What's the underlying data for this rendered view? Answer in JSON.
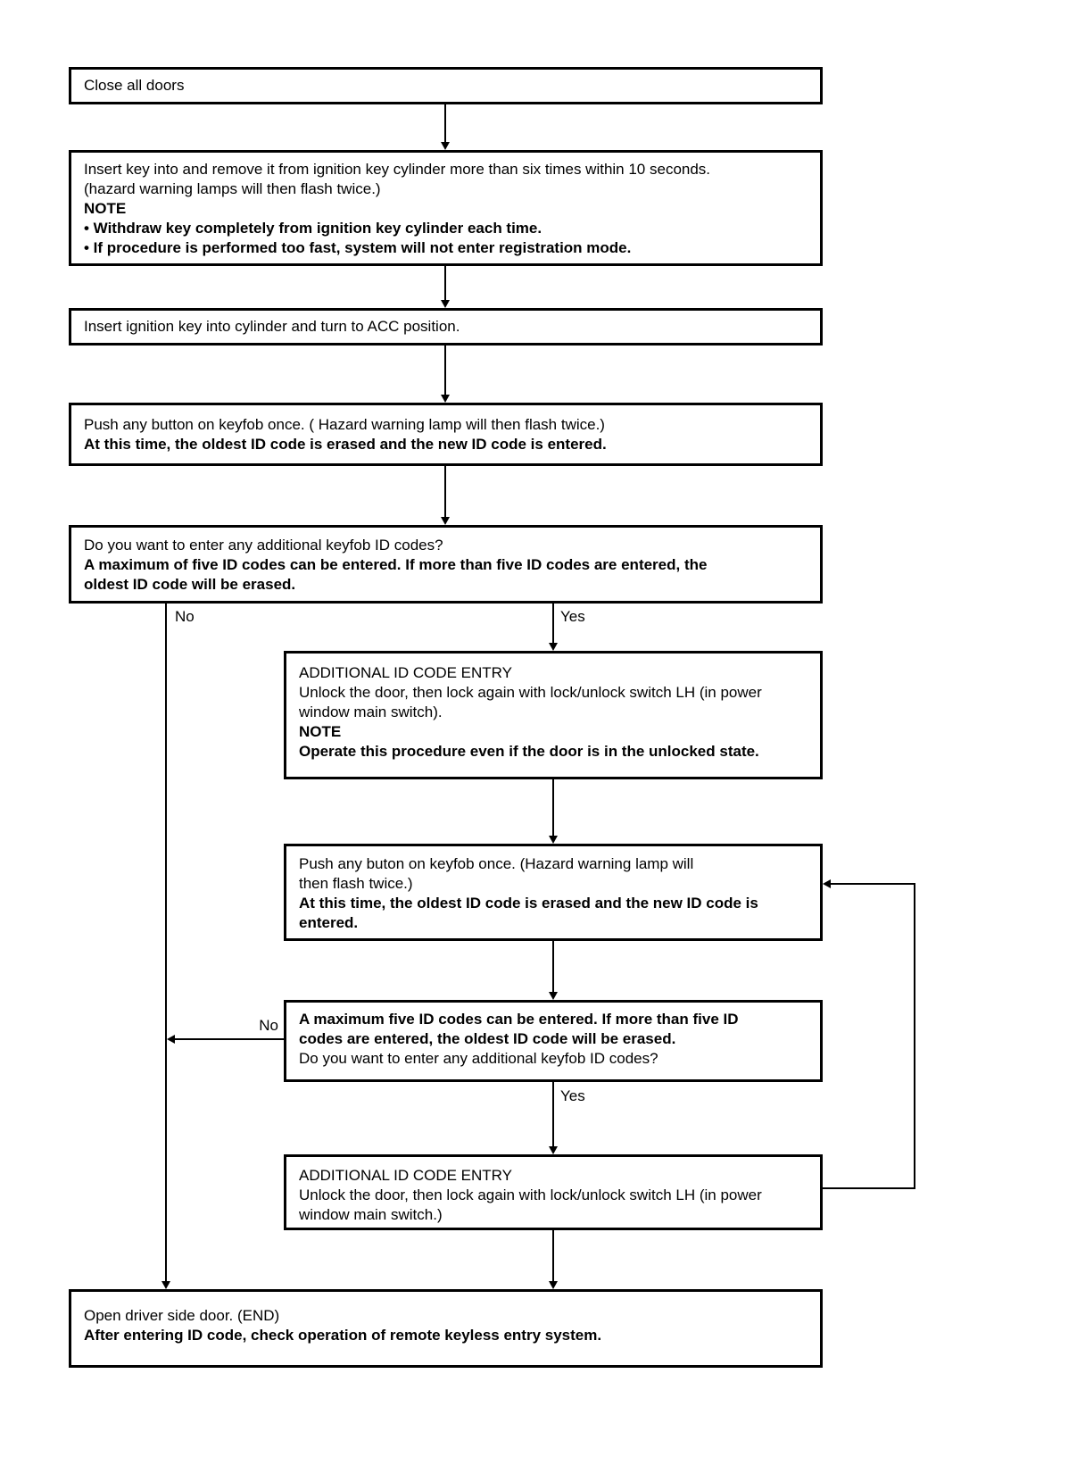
{
  "page": {
    "background": "#ffffff",
    "ink": "#000000"
  },
  "flowchart": {
    "type": "flowchart",
    "boxes": [
      {
        "id": "close-all-doors",
        "lines": [
          {
            "text": "Close all doors",
            "bold": false
          }
        ]
      },
      {
        "id": "ignition-key-cycle",
        "lines": [
          {
            "text": "Insert key into and remove it from ignition key cylinder more than six times within 10 seconds.",
            "bold": false
          },
          {
            "text": "(hazard warning lamps will then flash twice.)",
            "bold": false
          },
          {
            "text": "NOTE",
            "bold": true
          },
          {
            "text": "• Withdraw key completely from ignition key cylinder each time.",
            "bold": true
          },
          {
            "text": "• If procedure is performed too fast, system will not enter registration mode.",
            "bold": true
          }
        ]
      },
      {
        "id": "acc-position",
        "lines": [
          {
            "text": "Insert ignition key into cylinder and turn to ACC position.",
            "bold": false
          }
        ]
      },
      {
        "id": "push-keyfob-first",
        "lines": [
          {
            "text": "Push any button on keyfob once. ( Hazard warning lamp will then flash twice.)",
            "bold": false
          },
          {
            "text": "At this time, the oldest ID code is erased and the new ID code is entered.",
            "bold": true
          }
        ]
      },
      {
        "id": "additional-codes-question",
        "lines": [
          {
            "text": "Do you want to enter any additional keyfob ID codes?",
            "bold": false
          },
          {
            "text": "A maximum of five ID codes can be entered. If more than five ID codes are entered, the",
            "bold": true
          },
          {
            "text": "oldest ID code will be erased.",
            "bold": true
          }
        ]
      },
      {
        "id": "additional-id-code-entry-1",
        "lines": [
          {
            "text": "ADDITIONAL ID CODE ENTRY",
            "bold": false
          },
          {
            "text": "Unlock the door, then lock again with lock/unlock switch LH (in power",
            "bold": false
          },
          {
            "text": "window main switch).",
            "bold": false
          },
          {
            "text": "NOTE",
            "bold": true
          },
          {
            "text": "Operate this procedure even if the door is in the unlocked state.",
            "bold": true
          }
        ]
      },
      {
        "id": "push-keyfob-loop",
        "lines": [
          {
            "text": "Push any buton on keyfob once. (Hazard warning lamp will",
            "bold": false
          },
          {
            "text": "then flash twice.)",
            "bold": false
          },
          {
            "text": "At this time, the oldest ID code is erased and the new ID code is",
            "bold": true
          },
          {
            "text": "entered.",
            "bold": true
          }
        ]
      },
      {
        "id": "max-codes-question",
        "lines": [
          {
            "text": "A maximum five ID codes can be entered. If more than five ID",
            "bold": true
          },
          {
            "text": "codes are entered, the oldest ID code will be erased.",
            "bold": true
          },
          {
            "text": "Do you want to enter any additional keyfob ID codes?",
            "bold": false
          }
        ]
      },
      {
        "id": "additional-id-code-entry-2",
        "lines": [
          {
            "text": "ADDITIONAL ID CODE ENTRY",
            "bold": false
          },
          {
            "text": "Unlock the door, then lock again with lock/unlock switch LH (in power",
            "bold": false
          },
          {
            "text": "window main switch.)",
            "bold": false
          }
        ]
      },
      {
        "id": "open-door-end",
        "lines": [
          {
            "text": "Open driver side door. (END)",
            "bold": false
          },
          {
            "text": "After entering ID code, check operation of remote keyless entry system.",
            "bold": true
          }
        ]
      }
    ],
    "edge_labels": {
      "decision1_no": "No",
      "decision1_yes": "Yes",
      "decision2_no": "No",
      "decision2_yes": "Yes"
    }
  }
}
